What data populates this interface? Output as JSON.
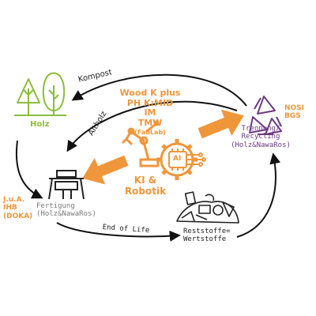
{
  "colors": {
    "green": "#8cbc3c",
    "orange": "#f0963a",
    "purple": "#6c3a82",
    "gray": "#7a7a7a",
    "dark": "#222222"
  },
  "holz": {
    "label": "Holz",
    "icon": "trees-icon"
  },
  "kompost": {
    "label": "Kompost"
  },
  "altholz": {
    "label": "Altholz"
  },
  "partners": {
    "lines": [
      "Wood K plus",
      "PH K:MID",
      "IM",
      "TMW"
    ],
    "fablab": "(FabLab)"
  },
  "center": {
    "line1": "KI &",
    "line2": "Robotik",
    "ai_chip": "AI",
    "icons": [
      "robot-arm-icon",
      "gear-icon",
      "ai-chip-icon"
    ]
  },
  "recycling": {
    "icon": "recycle-icon",
    "org_line1": "NOSI",
    "org_line2": "BGS",
    "label_line1": "Trennung/",
    "label_line2": "Recycling",
    "label_line3": "(Holz&NawaRos)"
  },
  "fertigung": {
    "icon": "workbench-icon",
    "label_line1": "Fertigung",
    "label_line2": "(Holz&NawaRos)",
    "org_line1": "J.u.A.",
    "org_line2": "IHB",
    "org_line3": "(DOKA)"
  },
  "end_of_life": {
    "label": "End of Life"
  },
  "reststoffe": {
    "icon": "waste-pile-icon",
    "label_line1": "Reststoffe=",
    "label_line2": "Wertstoffe"
  }
}
